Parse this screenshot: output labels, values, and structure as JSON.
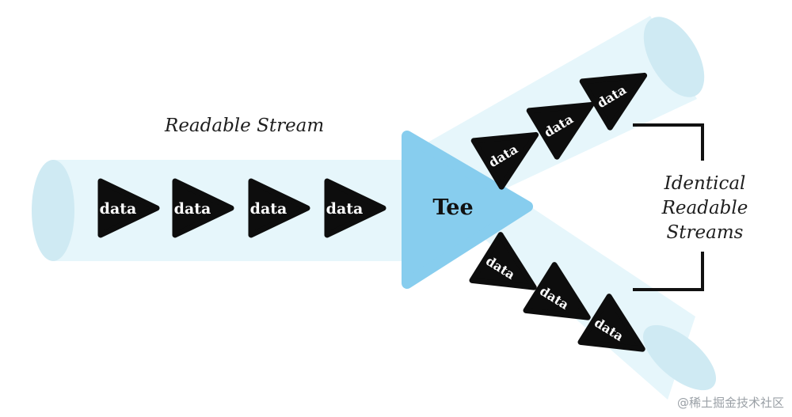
{
  "diagram": {
    "input_stream_label": "Readable Stream",
    "tee_label": "Tee",
    "output_label_lines": [
      "Identical",
      "Readable",
      "Streams"
    ],
    "token_label": "data",
    "input_tokens": [
      "data",
      "data",
      "data",
      "data"
    ],
    "upper_branch_tokens": [
      "data",
      "data",
      "data"
    ],
    "lower_branch_tokens": [
      "data",
      "data",
      "data"
    ]
  },
  "watermark": "@稀土掘金技术社区",
  "colors": {
    "pipe_fill": "#e6f6fb",
    "pipe_end": "#cfeaf3",
    "tee_fill": "#87cdee",
    "token_fill": "#0d0d0d",
    "bracket": "#111111"
  }
}
